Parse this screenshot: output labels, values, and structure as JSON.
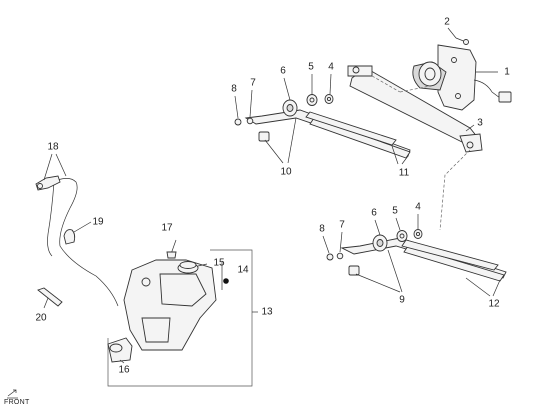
{
  "callouts": {
    "n1": "1",
    "n2": "2",
    "n3": "3",
    "n4a": "4",
    "n4b": "4",
    "n5a": "5",
    "n5b": "5",
    "n6a": "6",
    "n6b": "6",
    "n7a": "7",
    "n7b": "7",
    "n8a": "8",
    "n8b": "8",
    "n9": "9",
    "n10": "10",
    "n11": "11",
    "n12": "12",
    "n13": "13",
    "n14": "14",
    "n15": "15",
    "n16": "16",
    "n17": "17",
    "n18": "18",
    "n19": "19",
    "n20": "20"
  },
  "front_label": "FRONT",
  "icons": {
    "orientation": "front-arrow-icon"
  }
}
